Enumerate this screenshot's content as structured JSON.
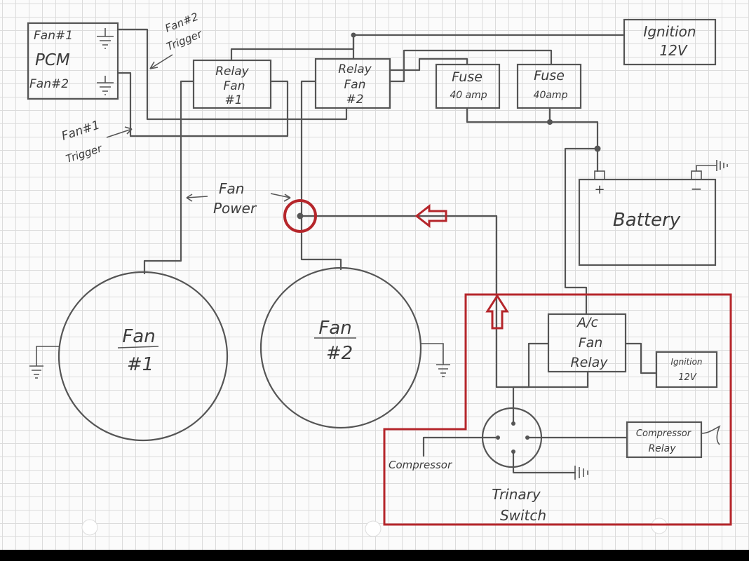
{
  "pcm": {
    "fan1": "Fan#1",
    "title": "PCM",
    "fan2": "Fan#2"
  },
  "fan2_trigger": {
    "line1": "Fan#2",
    "line2": "Trigger"
  },
  "fan1_trigger": {
    "line1": "Fan#1",
    "line2": "Trigger"
  },
  "relay1": {
    "line1": "Relay",
    "line2": "Fan",
    "line3": "#1"
  },
  "relay2": {
    "line1": "Relay",
    "line2": "Fan",
    "line3": "#2"
  },
  "fuse1": {
    "line1": "Fuse",
    "line2": "40 amp"
  },
  "fuse2": {
    "line1": "Fuse",
    "line2": "40amp"
  },
  "ignition_top": {
    "line1": "Ignition",
    "line2": "12V"
  },
  "battery": {
    "label": "Battery",
    "plus": "+",
    "minus": "−"
  },
  "fan_power": {
    "label": "Fan Power",
    "line1": "Fan",
    "line2": "Power"
  },
  "fan1": {
    "line1": "Fan",
    "line2": "#1"
  },
  "fan2": {
    "line1": "Fan",
    "line2": "#2"
  },
  "ac_relay": {
    "line1": "A/c",
    "line2": "Fan",
    "line3": "Relay"
  },
  "ignition_small": {
    "line1": "Ignition",
    "line2": "12V"
  },
  "compressor_relay": {
    "line1": "Compressor",
    "line2": "Relay"
  },
  "compressor": "Compressor",
  "trinary": {
    "line1": "Trinary",
    "line2": "Switch"
  },
  "colors": {
    "highlight": "#b5262b",
    "ink": "#555555",
    "grid": "#dcdcdc"
  }
}
